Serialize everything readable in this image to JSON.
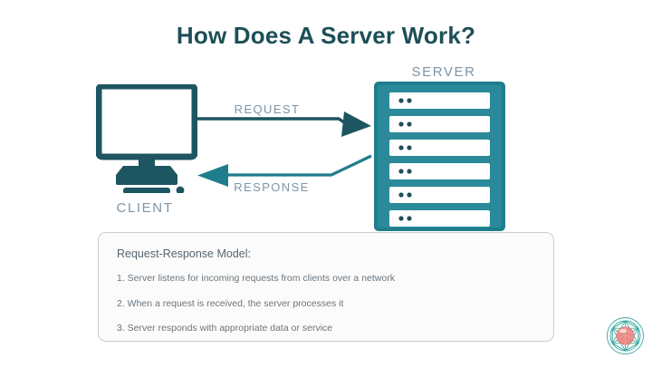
{
  "title": "How Does A Server Work?",
  "nodes": {
    "client_label": "CLIENT",
    "server_label": "SERVER"
  },
  "arrows": {
    "request_label": "REQUEST",
    "response_label": "RESPONSE"
  },
  "info_box": {
    "heading": "Request-Response Model:",
    "steps": [
      "1. Server listens for incoming requests from clients over a network",
      "2. When a request is received, the server processes it",
      "3. Server responds with appropriate data or service"
    ]
  },
  "server": {
    "slot_count": 6
  },
  "colors": {
    "background": "#ffffff",
    "title": "#1d4f57",
    "teal_dark": "#1d5560",
    "teal": "#1f7d8c",
    "teal_body": "#2b8a99",
    "label_gray": "#7d95a6",
    "body_text": "#6a757d",
    "box_border": "#c9cdd0",
    "box_fill": "#fbfbfb",
    "logo_teal": "#2aa39b",
    "logo_coral": "#e8827d"
  },
  "logo": {
    "name": "mandala-circle-logo"
  }
}
